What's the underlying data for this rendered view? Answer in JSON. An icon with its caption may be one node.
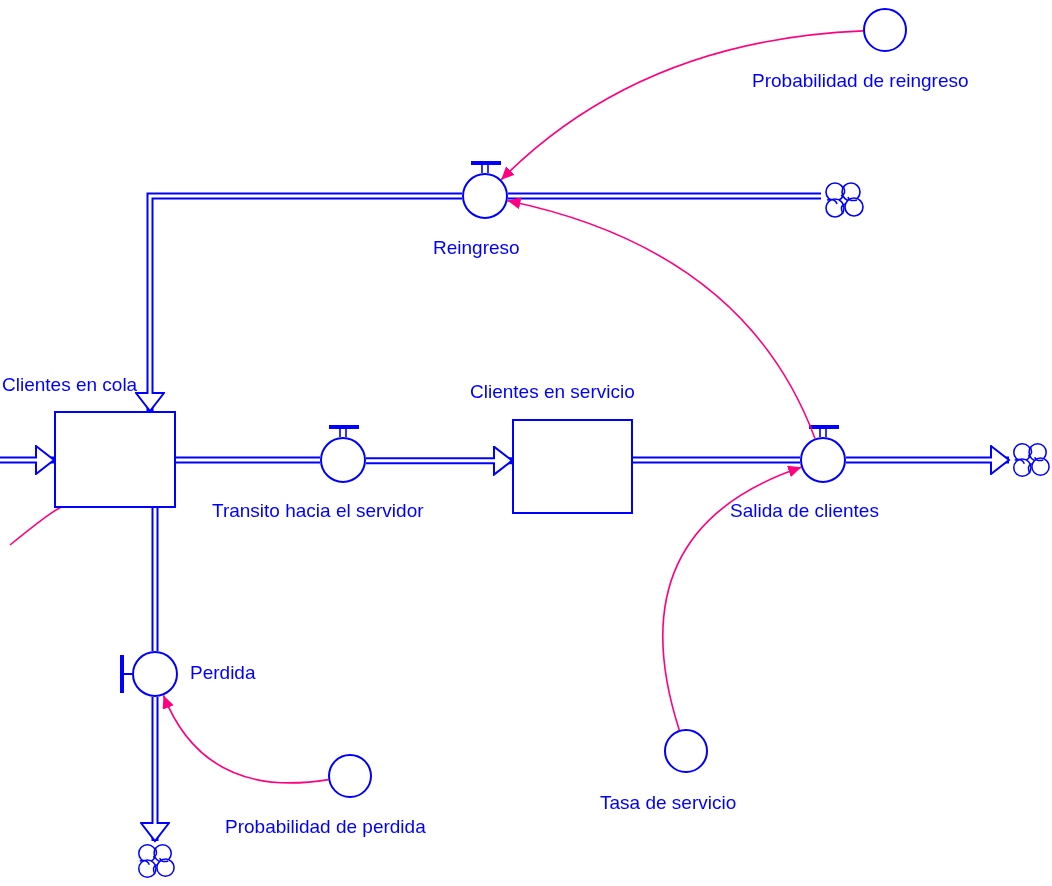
{
  "diagram": {
    "nodes": [
      {
        "text": [
          "Clientes en cola"
        ]
      },
      {
        "text": [
          "Clientes en servicio"
        ]
      },
      {
        "text": [
          "Transito hacia el servidor"
        ]
      },
      {
        "text": [
          "Salida de clientes"
        ]
      },
      {
        "text": [
          "Reingreso"
        ]
      },
      {
        "text": [
          "Perdida"
        ]
      },
      {
        "text": [
          "Probabilidad de reingreso"
        ]
      },
      {
        "text": [
          "Tasa de servicio"
        ]
      },
      {
        "text": [
          "Probabilidad de perdida"
        ]
      },
      {
        "text": [],
        "shape": "cloud"
      },
      {
        "text": [],
        "shape": "cloud"
      },
      {
        "text": [],
        "shape": "cloud"
      }
    ],
    "edges": [
      {
        "from": null,
        "to": 0,
        "arrow": "to"
      },
      {
        "from": 0,
        "to": 2,
        "arrow": "none"
      },
      {
        "from": 2,
        "to": 1,
        "arrow": "to"
      },
      {
        "from": 1,
        "to": 3,
        "arrow": "none"
      },
      {
        "from": 3,
        "to": 10,
        "arrow": "to"
      },
      {
        "from": 9,
        "to": 4,
        "arrow": "none"
      },
      {
        "from": 4,
        "to": 0,
        "arrow": "to"
      },
      {
        "from": 0,
        "to": 5,
        "arrow": "none"
      },
      {
        "from": 5,
        "to": 11,
        "arrow": "to"
      },
      {
        "from": 6,
        "to": 4,
        "arrow": "to",
        "color": "#ff0080"
      },
      {
        "from": 3,
        "to": 4,
        "arrow": "to",
        "color": "#ff0080"
      },
      {
        "from": 7,
        "to": 3,
        "arrow": "to",
        "color": "#ff0080"
      },
      {
        "from": 8,
        "to": 5,
        "arrow": "to",
        "color": "#ff0080"
      },
      {
        "from": 0,
        "to": null,
        "arrow": "none",
        "color": "#ff0080"
      }
    ]
  }
}
